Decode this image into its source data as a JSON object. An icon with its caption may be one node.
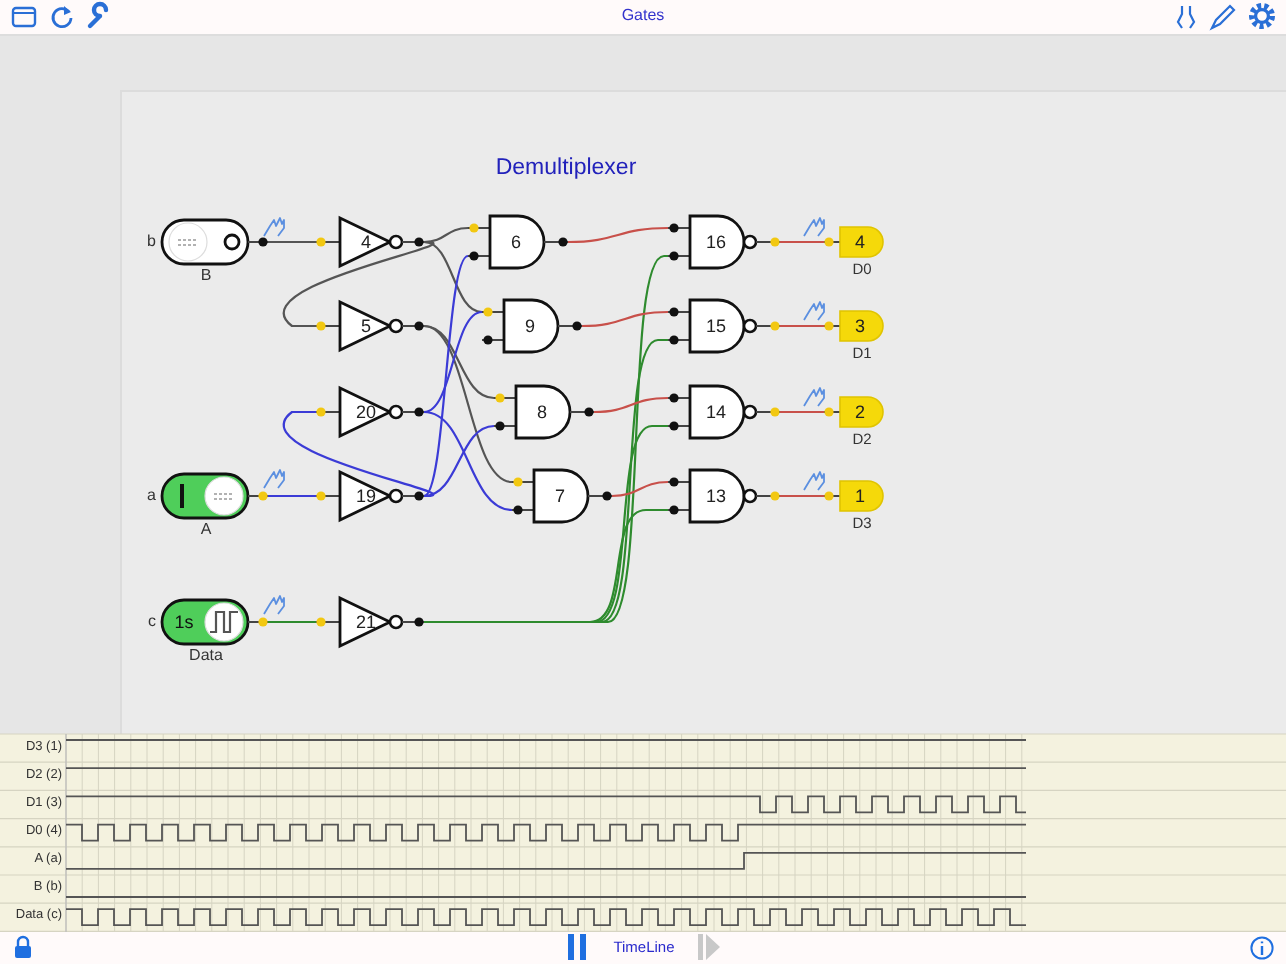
{
  "diagram": {
    "title": "Demultiplexer",
    "nodes": [
      {
        "text": [],
        "shape": "switch",
        "beside": [
          "b",
          "B"
        ]
      },
      {
        "text": [
          "4"
        ]
      },
      {
        "text": [
          "6"
        ]
      },
      {
        "text": [
          "16"
        ]
      },
      {
        "text": [
          "4"
        ],
        "beside": [
          "D0"
        ]
      },
      {
        "text": [
          "5"
        ]
      },
      {
        "text": [
          "9"
        ]
      },
      {
        "text": [
          "15"
        ]
      },
      {
        "text": [
          "3"
        ],
        "beside": [
          "D1"
        ]
      },
      {
        "text": [
          "20"
        ]
      },
      {
        "text": [
          "8"
        ]
      },
      {
        "text": [
          "14"
        ]
      },
      {
        "text": [
          "2"
        ],
        "beside": [
          "D2"
        ]
      },
      {
        "text": [],
        "shape": "switch",
        "beside": [
          "a",
          "A"
        ]
      },
      {
        "text": [
          "19"
        ]
      },
      {
        "text": [
          "7"
        ]
      },
      {
        "text": [
          "13"
        ]
      },
      {
        "text": [
          "1"
        ],
        "beside": [
          "D3"
        ]
      },
      {
        "text": [
          "1s"
        ],
        "beside": [
          "c",
          "Data"
        ]
      },
      {
        "text": [
          "21"
        ]
      }
    ],
    "edges": [
      {
        "from": 0,
        "to": 1,
        "arrow": "none",
        "color": "#555555"
      },
      {
        "from": 1,
        "to": 2,
        "arrow": "none",
        "color": "#555555"
      },
      {
        "from": 1,
        "to": 6,
        "arrow": "none",
        "color": "#555555"
      },
      {
        "from": 1,
        "to": 5,
        "arrow": "none",
        "color": "#555555"
      },
      {
        "from": 5,
        "to": 10,
        "arrow": "none",
        "color": "#555555"
      },
      {
        "from": 5,
        "to": 15,
        "arrow": "none",
        "color": "#555555"
      },
      {
        "from": 13,
        "to": 14,
        "arrow": "none",
        "color": "#3b3bd6"
      },
      {
        "from": 14,
        "to": 2,
        "arrow": "none",
        "color": "#3b3bd6"
      },
      {
        "from": 14,
        "to": 10,
        "arrow": "none",
        "color": "#3b3bd6"
      },
      {
        "from": 14,
        "to": 9,
        "arrow": "none",
        "color": "#3b3bd6"
      },
      {
        "from": 9,
        "to": 6,
        "arrow": "none",
        "color": "#3b3bd6"
      },
      {
        "from": 9,
        "to": 15,
        "arrow": "none",
        "color": "#3b3bd6"
      },
      {
        "from": 18,
        "to": 19,
        "arrow": "none",
        "color": "#2e8b2e"
      },
      {
        "from": 19,
        "to": 3,
        "arrow": "none",
        "color": "#2e8b2e"
      },
      {
        "from": 19,
        "to": 7,
        "arrow": "none",
        "color": "#2e8b2e"
      },
      {
        "from": 19,
        "to": 11,
        "arrow": "none",
        "color": "#2e8b2e"
      },
      {
        "from": 19,
        "to": 16,
        "arrow": "none",
        "color": "#2e8b2e"
      },
      {
        "from": 2,
        "to": 3,
        "arrow": "none"
      },
      {
        "from": 6,
        "to": 7,
        "arrow": "none"
      },
      {
        "from": 10,
        "to": 11,
        "arrow": "none"
      },
      {
        "from": 15,
        "to": 16,
        "arrow": "none"
      },
      {
        "from": 3,
        "to": 4,
        "arrow": "none"
      },
      {
        "from": 7,
        "to": 8,
        "arrow": "none"
      },
      {
        "from": 11,
        "to": 12,
        "arrow": "none"
      },
      {
        "from": 16,
        "to": 17,
        "arrow": "none"
      }
    ],
    "labels": [
      "Gates",
      "D3 (1)",
      "D2 (2)",
      "D1 (3)",
      "D0 (4)",
      "A (a)",
      "B (b)",
      "Data (c)",
      "TimeLine"
    ]
  }
}
